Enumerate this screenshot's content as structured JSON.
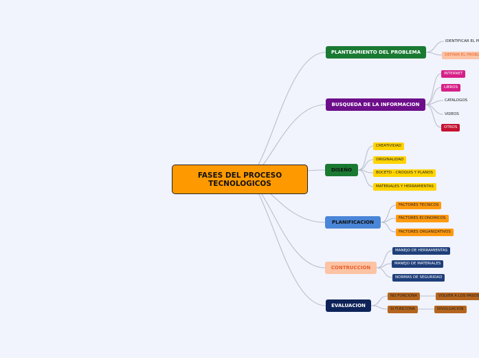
{
  "central": {
    "title": "FASES DEL PROCESO TECNOLOGICOS"
  },
  "branches": [
    {
      "label": "PLANTEAMIENTO DEL PROBLEMA",
      "bg": "#1a7a32",
      "fg": "#ffffff",
      "children": [
        {
          "label": "IDENTIFICAR EL PROBLEMA",
          "plain": true
        },
        {
          "label": "DEFINIR EL PROBLEMA",
          "bg": "#fcc3a4",
          "fg": "#e8612c"
        }
      ]
    },
    {
      "label": "BUSQUEDA DE LA INFORMACION",
      "bg": "#6d0e8a",
      "fg": "#ffffff",
      "children": [
        {
          "label": "INTERNET",
          "bg": "#d61f88",
          "fg": "#ffffff"
        },
        {
          "label": "LIBROS",
          "bg": "#d61f88",
          "fg": "#ffffff"
        },
        {
          "label": "CATALOGOS",
          "plain": true
        },
        {
          "label": "VIDEOS",
          "plain": true
        },
        {
          "label": "OTROS",
          "bg": "#c41230",
          "fg": "#ffffff"
        }
      ]
    },
    {
      "label": "DISEÑO",
      "bg": "#1a7a32",
      "fg": "#111111",
      "children": [
        {
          "label": "CREATIVIDAD",
          "bg": "#ffd400",
          "fg": "#222222"
        },
        {
          "label": "ORIGINALIDAD",
          "bg": "#ffd400",
          "fg": "#222222"
        },
        {
          "label": "BOCETO - CROQUIS Y PLANOS",
          "bg": "#ffd400",
          "fg": "#222222"
        },
        {
          "label": "MATERIALES Y HERRAMIENTAS",
          "bg": "#ffd400",
          "fg": "#222222"
        }
      ]
    },
    {
      "label": "PLANIFICACION",
      "bg": "#4a86d8",
      "fg": "#111111",
      "children": [
        {
          "label": "FACTORES TECNICOS",
          "bg": "#ff9a10",
          "fg": "#222222"
        },
        {
          "label": "FACTORES ECONOMICOS",
          "bg": "#ff9a10",
          "fg": "#222222"
        },
        {
          "label": "FACTORES ORGANIZATIVOS",
          "bg": "#ff9a10",
          "fg": "#222222"
        }
      ]
    },
    {
      "label": "CONTRUCCION",
      "bg": "#fcc3a4",
      "fg": "#e8612c",
      "children": [
        {
          "label": "MANEJO DE HERRAMIENTAS",
          "bg": "#1f3f7a",
          "fg": "#ffffff"
        },
        {
          "label": "MANEJO DE MATERIALES",
          "bg": "#1f3f7a",
          "fg": "#ffffff"
        },
        {
          "label": "NORMAS DE SEGURIDAD",
          "bg": "#1f3f7a",
          "fg": "#ffffff"
        }
      ]
    },
    {
      "label": "EVALUACION",
      "bg": "#0e2358",
      "fg": "#ffffff",
      "children": [
        {
          "label": "NO FUNCIONA",
          "bg": "#b5651d",
          "fg": "#222222",
          "children": [
            {
              "label": "VOLVER A LOS PASOS",
              "bg": "#b5651d",
              "fg": "#222222"
            }
          ]
        },
        {
          "label": "SI FUNCIONA",
          "bg": "#b5651d",
          "fg": "#222222",
          "children": [
            {
              "label": "DIVULGACION",
              "bg": "#b5651d",
              "fg": "#222222"
            }
          ]
        }
      ]
    }
  ],
  "colors": {
    "background": "#f1f3fd",
    "connector": "#b9bfc9",
    "central_fill": "#ff9900"
  }
}
